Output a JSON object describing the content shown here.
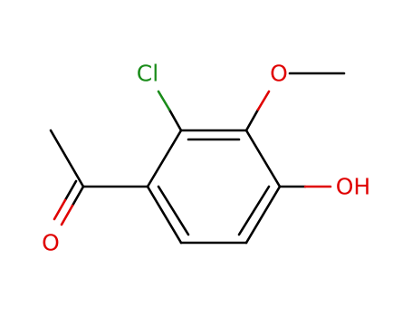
{
  "molecule": {
    "atoms": {
      "chlorine": {
        "symbol": "Cl",
        "color": "#1a8c1a"
      },
      "methoxy_oxygen": {
        "symbol": "O",
        "color": "#e00000"
      },
      "hydroxyl": {
        "symbol": "OH",
        "color": "#e00000"
      },
      "carbonyl_oxygen": {
        "symbol": "O",
        "color": "#e00000"
      }
    },
    "colors": {
      "bond": "#000000",
      "background": "#ffffff"
    }
  }
}
